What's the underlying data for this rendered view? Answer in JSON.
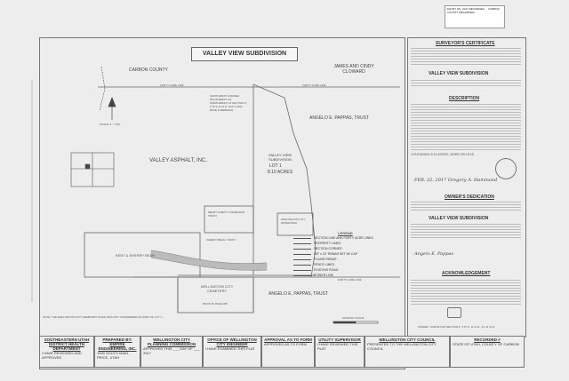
{
  "stamp": {
    "text": "ENTRY NO. 2017 RECORDED ... CARBON COUNTY RECORDER"
  },
  "plat": {
    "title": "VALLEY VIEW SUBDIVISION",
    "labels": {
      "carbon_county": "CARBON COUNTY",
      "valley_asphalt": "VALLEY ASPHALT, INC.",
      "james_cindy": "JAMES AND CINDY CLOWARD",
      "angelo_top": "ANGELO E. PAPPAS, TRUST",
      "angelo_bottom": "ANGELO E. PAPPAS, TRUST",
      "subdivision_lot": "VALLEY VIEW SUBDIVISION",
      "lot": "LOT 1",
      "acres": "8.10 ACRES",
      "forty_acre_top": "FORTY ACRE LINE",
      "forty_acre_right": "FORTY ACRE LINE",
      "forty_acre_bottom": "FORTY ACRE LINE",
      "melby": "MELBY & BETTY ANDERSON TRUST",
      "sherry": "SHERRY BEAN, TRUST",
      "kent": "KENT & SHERRY BEAN",
      "wellington_water": "WELLINGTON CITY WATERTANK",
      "wellington_cemetery": "WELLINGTON CITY CEMETERY",
      "book": "BOOK 99 PAGE 286",
      "scale": "SCALE: 1\" = 100'",
      "graphic_scale": "GRAPHIC SCALE",
      "legend": "LEGEND",
      "northwest_corner": "NORTHWEST CORNER SOUTHWEST 1/4 NORTHWEST 1/4 SECTION 8 T.15 S. R.11 E. SALT LAKE BASE & MERIDIAN"
    },
    "legend_items": [
      "SECTION LINE AND FORTY ACRE LINES",
      "PROPERTY LINES",
      "SECTION CORNER",
      "5/8\" x 24\" REBAR SET W/ CAP",
      "FOUND REBAR",
      "FENCE LINES",
      "EXISTING ROAD",
      "POWER LINE"
    ],
    "note": "NOTE: THE WELLINGTON CITY CEMETERY ROAD WAS NOT CONSIDERED AS PART OF LOT 1 ..."
  },
  "right_column": {
    "surveyor_cert": "SURVEYOR'S CERTIFICATE",
    "subdivision_name": "VALLEY VIEW SUBDIVISION",
    "description": "DESCRIPTION",
    "containing": "CONTAINING 8.10 ACRES, MORE OR LESS",
    "owners_dedication": "OWNER'S DEDICATION",
    "subdivision_name2": "VALLEY VIEW SUBDIVISION",
    "acknowledgement": "ACKNOWLEDGEMENT",
    "signature_date": "FEB. 22, 2017",
    "signature_cursive": "Gregory A. Hammond",
    "owner_cursive": "Angelo E. Pappas",
    "plat_no": "OWNER / SURVEYOR  SECTION 8, T.15 S., R.11 E., S.L.B. & M."
  },
  "title_blocks": [
    {
      "heading": "SOUTHEASTERN UTAH DISTRICT HEALTH DEPARTMENT",
      "body": "I HAVE REVIEWED AND APPROVED"
    },
    {
      "heading": "PREPARED BY: EMPIRE ENGINEERING, INC.",
      "body": "1000 SOUTH MAIN, PRICE, UTAH"
    },
    {
      "heading": "WELLINGTON CITY PLANNING COMMISSION",
      "body": "APPROVED THIS ___ DAY OF ___ 2017"
    },
    {
      "heading": "OFFICE OF WELLINGTON CITY ENGINEER",
      "body": "I HAVE EXAMINED THIS PLAT"
    },
    {
      "heading": "APPROVAL AS TO FORM",
      "body": "APPROVED AS TO FORM"
    },
    {
      "heading": "UTILITY SUPERVISOR",
      "body": "I HAVE REVIEWED THIS PLAT"
    },
    {
      "heading": "WELLINGTON CITY COUNCIL",
      "body": "PRESENTED TO THE WELLINGTON CITY COUNCIL"
    },
    {
      "heading": "RECORDED #",
      "body": "STATE OF UTAH, COUNTY OF CARBON"
    }
  ],
  "colors": {
    "paper": "#ededee",
    "line": "#666666",
    "text": "#333333"
  }
}
